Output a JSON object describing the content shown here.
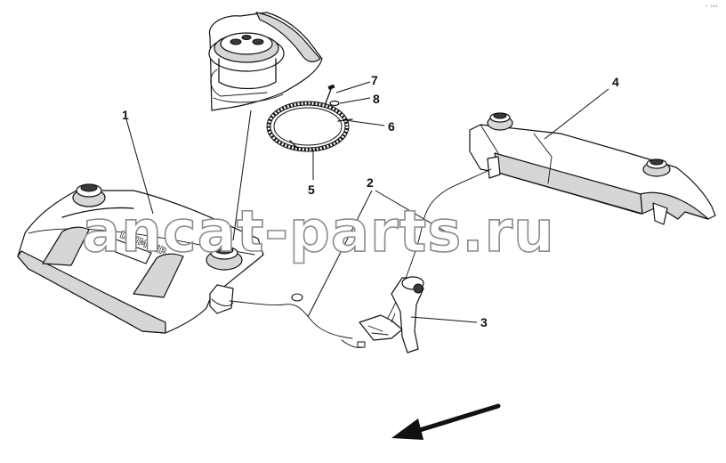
{
  "callouts": [
    {
      "id": "1",
      "label": "1"
    },
    {
      "id": "2",
      "label": "2"
    },
    {
      "id": "3",
      "label": "3"
    },
    {
      "id": "4",
      "label": "4"
    },
    {
      "id": "5",
      "label": "5"
    },
    {
      "id": "6",
      "label": "6"
    },
    {
      "id": "7",
      "label": "7"
    },
    {
      "id": "8",
      "label": "8"
    }
  ],
  "watermark": "ancat-parts.ru",
  "tank_emboss": "DAIMLER",
  "corner_mark": "◦ ›››",
  "colors": {
    "line": "#111111",
    "shade": "#d6d6d6",
    "watermark_outline": "#8a8a8a"
  },
  "icons": {
    "direction_arrow": "direction-arrow-icon"
  }
}
